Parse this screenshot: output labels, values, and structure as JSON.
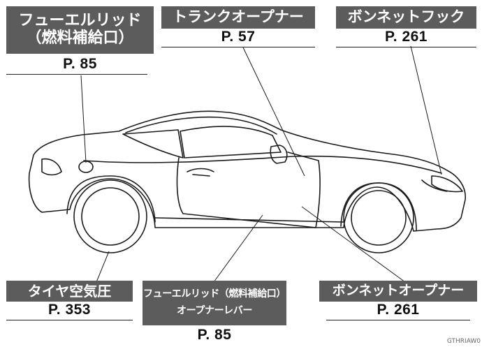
{
  "labels": {
    "fuel_lid": {
      "line1": "フューエルリッド",
      "line2": "（燃料補給口）",
      "page": "P. 85"
    },
    "trunk_opener": {
      "line1": "トランクオープナー",
      "page": "P. 57"
    },
    "hood_hook": {
      "line1": "ボンネットフック",
      "page": "P. 261"
    },
    "tire_pressure": {
      "line1": "タイヤ空気圧",
      "page": "P. 353"
    },
    "fuel_lid_lever": {
      "line1": "フューエルリッド（燃料補給口）",
      "line2": "オープナーレバー",
      "page": "P. 85"
    },
    "hood_opener": {
      "line1": "ボンネットオープナー",
      "page": "P. 261"
    }
  },
  "image_code": "GTHRIAW0",
  "colors": {
    "label_bg": "#5c5c5c",
    "label_text": "#ffffff",
    "line": "#1a1a1a"
  }
}
